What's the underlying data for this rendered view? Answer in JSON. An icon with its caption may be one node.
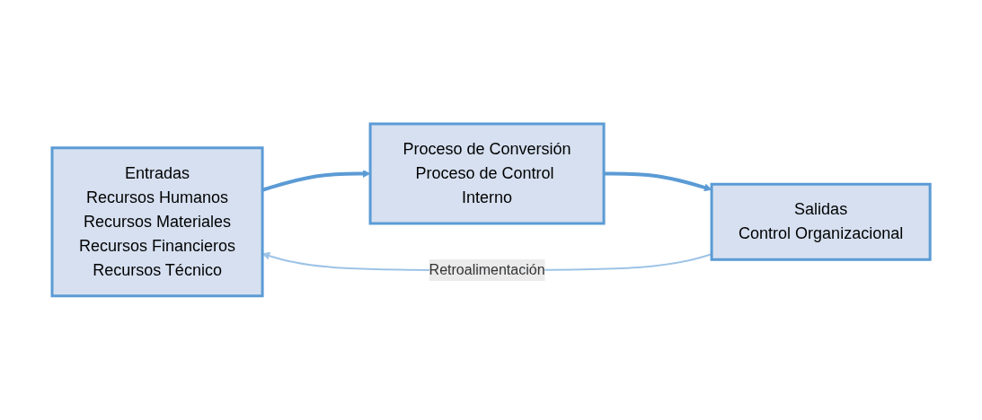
{
  "diagram": {
    "nodes": [
      {
        "text": [
          "Entradas",
          "Recursos Humanos",
          "Recursos Materiales",
          "Recursos Financieros",
          "Recursos Técnico"
        ]
      },
      {
        "text": [
          "Proceso de Conversión",
          "Proceso de Control Interno"
        ]
      },
      {
        "text": [
          "Salidas",
          "Control Organizacional"
        ]
      }
    ],
    "edges": [
      {
        "from": 0,
        "to": 1,
        "arrow": "to"
      },
      {
        "from": 1,
        "to": 2,
        "arrow": "to"
      },
      {
        "from": 2,
        "to": 0,
        "arrow": "to",
        "label": "Retroalimentación",
        "color": "#9dc3e6"
      }
    ]
  }
}
